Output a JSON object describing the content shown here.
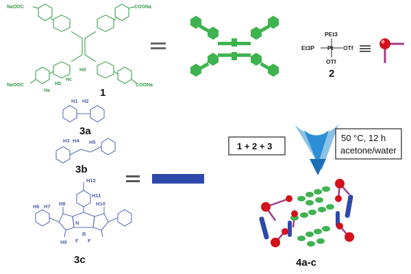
{
  "compound_1": {
    "label": "1",
    "coo_top_left": "NaOOC",
    "coo_top_right": "COONa",
    "coo_bottom_left": "NaOOC",
    "coo_bottom_right": "COONa",
    "h_a": "Ha",
    "h_b": "Hb",
    "h_c": "Hc",
    "h_d": "Hd"
  },
  "compound_2": {
    "label": "2",
    "pet3": "PEt3",
    "et3p": "Et3P",
    "pt": "Pt",
    "otf_right": "OTf",
    "otf_bottom": "OTf"
  },
  "compound_3a": {
    "label": "3a",
    "h1": "H1",
    "h2": "H2"
  },
  "compound_3b": {
    "label": "3b",
    "h3": "H3",
    "h4": "H4",
    "h5": "H5"
  },
  "compound_3c": {
    "label": "3c",
    "h6": "H6",
    "h7": "H7",
    "h8": "H8",
    "h9": "H9",
    "h10": "H10",
    "h11": "H11",
    "h12": "H12",
    "n": "N",
    "b": "B",
    "f1": "F",
    "f2": "F"
  },
  "reaction": {
    "reagents": "1 + 2 + 3",
    "temperature": "50 °C, 12 h",
    "solvent": "acetone/water"
  },
  "product": {
    "label": "4a-c"
  },
  "colors": {
    "green": "#3fb34f",
    "green_text": "#3a9a4a",
    "blue": "#2f49a8",
    "blue_text": "#4a5fa8",
    "red": "#d4101a",
    "magenta": "#a23a8c",
    "arrow": "#2c8fd6"
  }
}
